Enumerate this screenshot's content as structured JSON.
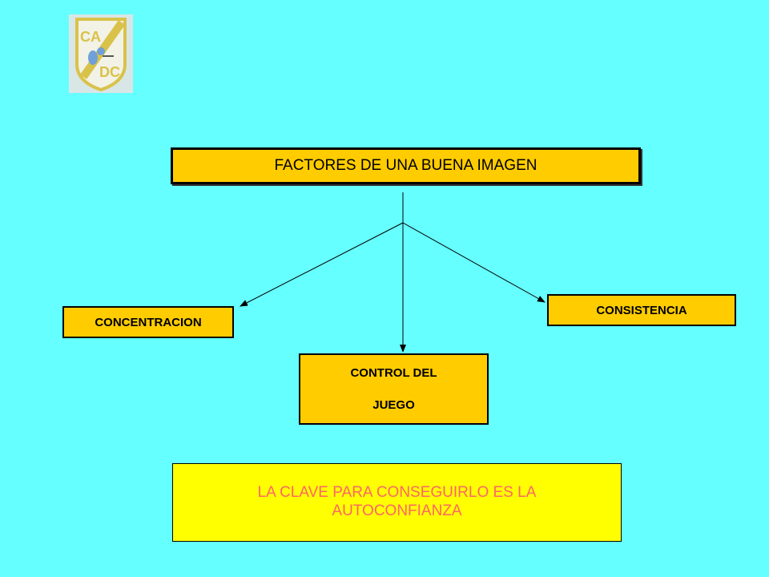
{
  "logo": {
    "text_top": "CA",
    "text_bottom": "DC"
  },
  "diagram": {
    "title": "FACTORES DE UNA BUENA IMAGEN",
    "factors": {
      "concentracion": "CONCENTRACION",
      "consistencia": "CONSISTENCIA",
      "control_line1": "CONTROL DEL",
      "control_line2": "JUEGO"
    },
    "conclusion": "LA CLAVE PARA CONSEGUIRLO ES LA AUTOCONFIANZA"
  },
  "colors": {
    "background": "#66FFFF",
    "box_fill": "#FFCC00",
    "conclusion_fill": "#FFFF00",
    "conclusion_text": "#FF6666"
  }
}
